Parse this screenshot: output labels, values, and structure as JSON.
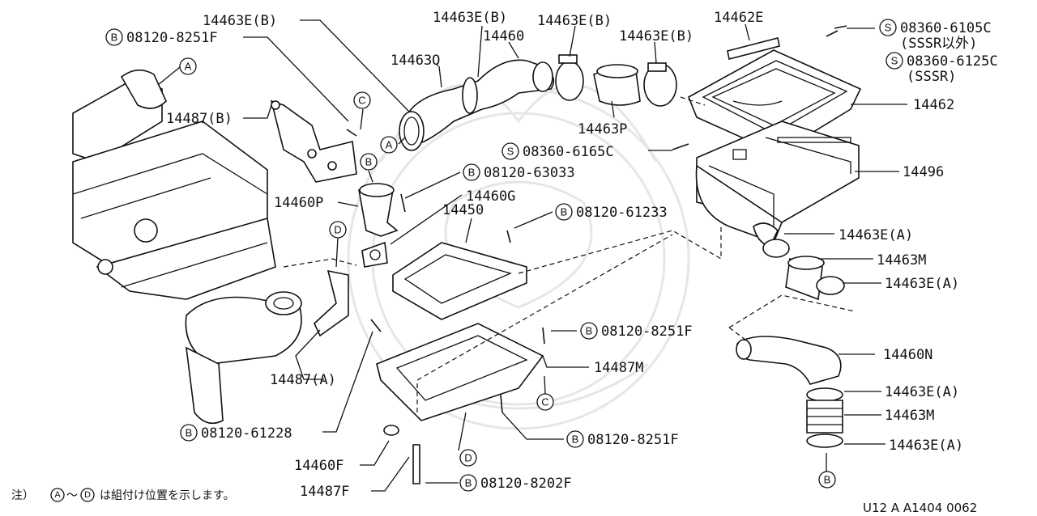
{
  "footnote": {
    "note_prefix": "注）",
    "range_from": "A",
    "range_sep": "～",
    "range_to": "D",
    "note_text": "は組付け位置を示します。"
  },
  "drawing_code": "U12 A A1404 0062",
  "letters": {
    "A": "A",
    "B": "B",
    "C": "C",
    "D": "D",
    "S": "S"
  },
  "labels": {
    "p14463EB_1": "14463E(B)",
    "b08120_8251F_top": "08120-8251F",
    "p14463EB_2": "14463E(B)",
    "p14460": "14460",
    "p14463EB_3": "14463E(B)",
    "p14463EB_4": "14463E(B)",
    "p14462E": "14462E",
    "s08360_6105C": "08360-6105C",
    "sssr_other": "(SSSR以外)",
    "s08360_6125C": "08360-6125C",
    "sssr": "(SSSR)",
    "p14463Q": "14463Q",
    "p14487B": "14487(B)",
    "p14462": "14462",
    "p14463P": "14463P",
    "s08360_6165C": "08360-6165C",
    "b08120_63033": "08120-63033",
    "p14496": "14496",
    "p14460P": "14460P",
    "p14460G": "14460G",
    "p14450": "14450",
    "b08120_61233": "08120-61233",
    "p14463EA_1": "14463E(A)",
    "p14463M_1": "14463M",
    "p14463EA_2": "14463E(A)",
    "b08120_8251F_mid": "08120-8251F",
    "p14460N": "14460N",
    "p14487M": "14487M",
    "p14487A": "14487(A)",
    "p14463EA_3": "14463E(A)",
    "p14463M_2": "14463M",
    "b08120_61228": "08120-61228",
    "b08120_8251F_bot": "08120-8251F",
    "p14463EA_4": "14463E(A)",
    "p14460F": "14460F",
    "p14487F": "14487F",
    "b08120_8202F": "08120-8202F"
  }
}
